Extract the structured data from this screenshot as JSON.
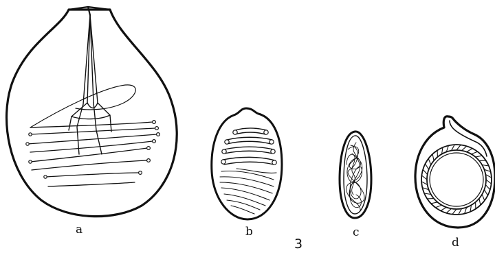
{
  "figure": {
    "number": "3",
    "labels": {
      "a": "a",
      "b": "b",
      "c": "c",
      "d": "d"
    }
  },
  "colors": {
    "ink": "#111111",
    "paper": "#ffffff"
  }
}
